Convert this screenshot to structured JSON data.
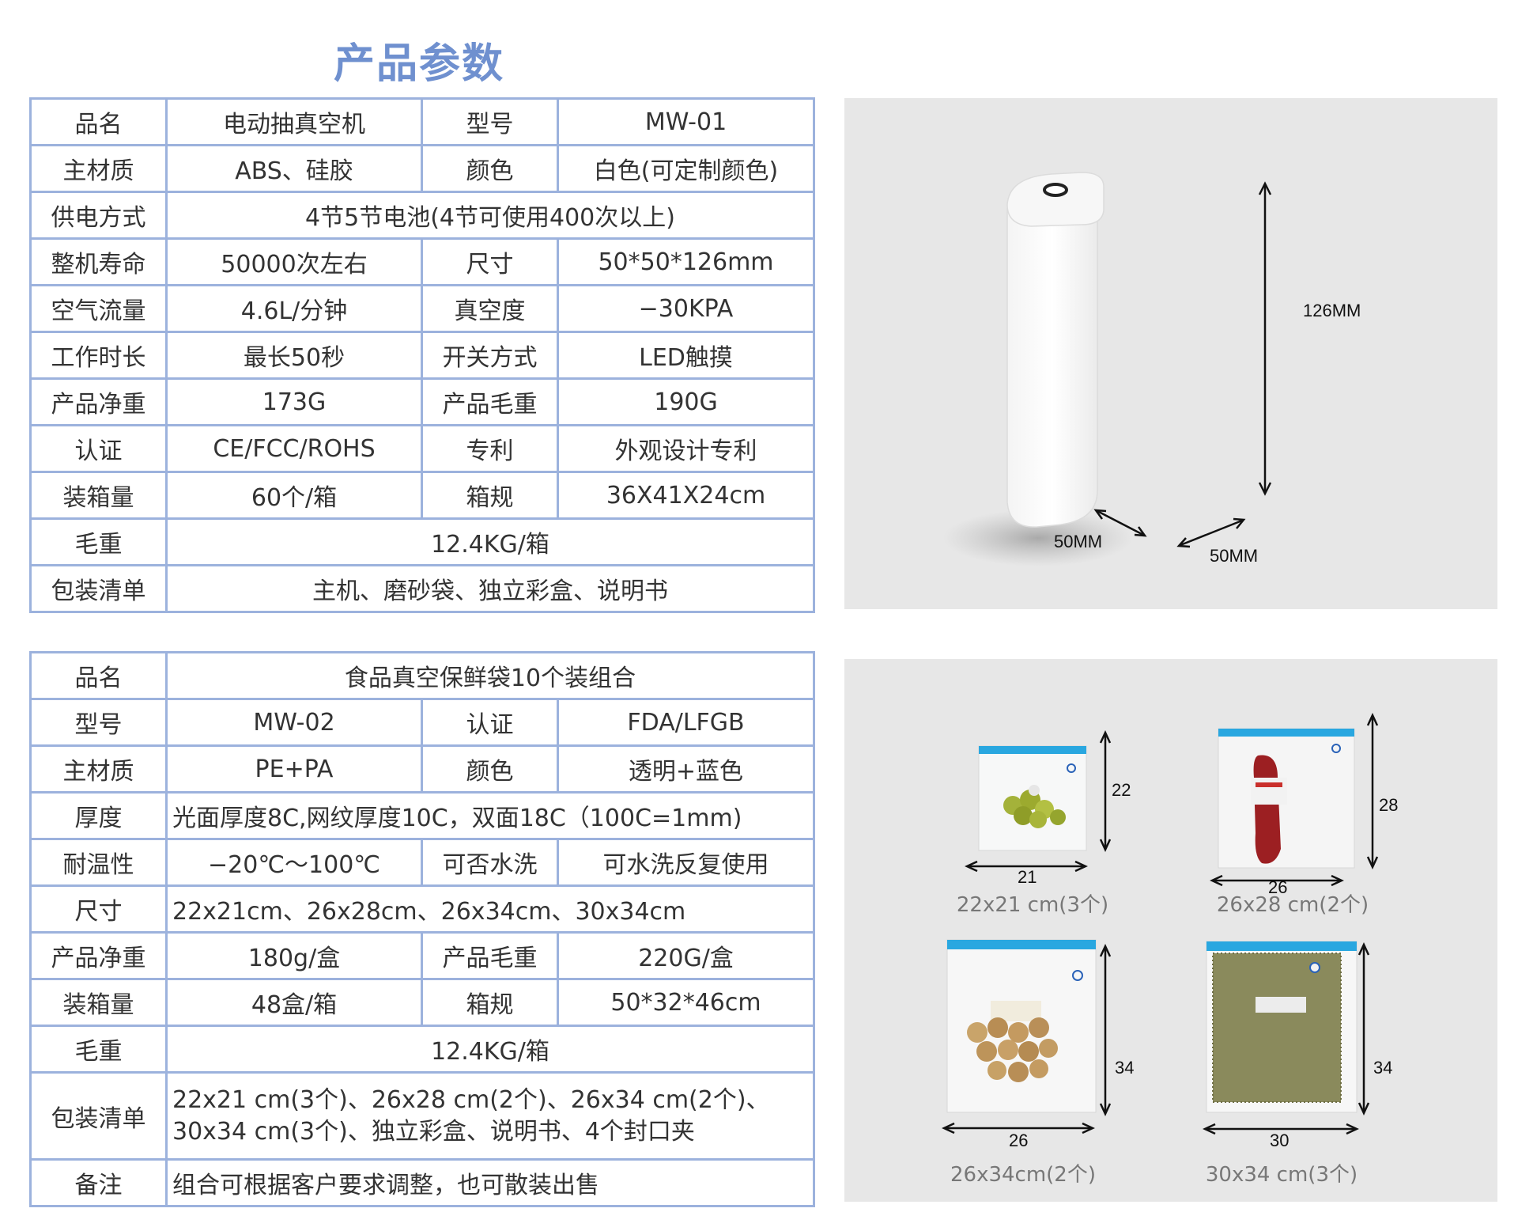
{
  "page_title": "产品参数",
  "colors": {
    "title": "#6f90cf",
    "border": "#9cb2dd",
    "panel_bg": "#e7e7e7",
    "bag_zip": "#29a7e0"
  },
  "table1": {
    "rows": [
      [
        "品名",
        "电动抽真空机",
        "型号",
        "MW-01"
      ],
      [
        "主材质",
        "ABS、硅胶",
        "颜色",
        "白色(可定制颜色)"
      ],
      [
        "供电方式",
        "4节5节电池(4节可使用400次以上)"
      ],
      [
        "整机寿命",
        "50000次左右",
        "尺寸",
        "50*50*126mm"
      ],
      [
        "空气流量",
        "4.6L/分钟",
        "真空度",
        "−30KPA"
      ],
      [
        "工作时长",
        "最长50秒",
        "开关方式",
        "LED触摸"
      ],
      [
        "产品净重",
        "173G",
        "产品毛重",
        "190G"
      ],
      [
        "认证",
        "CE/FCC/ROHS",
        "专利",
        "外观设计专利"
      ],
      [
        "装箱量",
        "60个/箱",
        "箱规",
        "36X41X24cm"
      ],
      [
        "毛重",
        "12.4KG/箱"
      ],
      [
        "包装清单",
        "主机、磨砂袋、独立彩盒、说明书"
      ]
    ]
  },
  "table2": {
    "rows": [
      [
        "品名",
        "食品真空保鲜袋10个装组合"
      ],
      [
        "型号",
        "MW-02",
        "认证",
        "FDA/LFGB"
      ],
      [
        "主材质",
        "PE+PA",
        "颜色",
        "透明+蓝色"
      ],
      [
        "厚度",
        "光面厚度8C,网纹厚度10C，双面18C（100C=1mm)"
      ],
      [
        "耐温性",
        "−20℃～100℃",
        "可否水洗",
        "可水洗反复使用"
      ],
      [
        "尺寸",
        "22x21cm、26x28cm、26x34cm、30x34cm"
      ],
      [
        "产品净重",
        "180g/盒",
        "产品毛重",
        "220G/盒"
      ],
      [
        "装箱量",
        "48盒/箱",
        "箱规",
        "50*32*46cm"
      ],
      [
        "毛重",
        "12.4KG/箱"
      ],
      [
        "包装清单",
        "22x21 cm(3个)、26x28 cm(2个)、26x34 cm(2个)、30x34 cm(3个)、独立彩盒、说明书、4个封口夹"
      ],
      [
        "备注",
        "组合可根据客户要求调整，也可散装出售"
      ]
    ]
  },
  "device": {
    "height_label": "126MM",
    "width_label_left": "50MM",
    "width_label_right": "50MM"
  },
  "bags": [
    {
      "width": "21",
      "height": "22",
      "caption": "22x21  cm(3个)",
      "content": "olives"
    },
    {
      "width": "26",
      "height": "28",
      "caption": "26x28  cm(2个)",
      "content": "meat"
    },
    {
      "width": "26",
      "height": "34",
      "caption": "26x34cm(2个)",
      "content": "potatoes"
    },
    {
      "width": "30",
      "height": "34",
      "caption": "30x34  cm(3个)",
      "content": "beans"
    }
  ]
}
